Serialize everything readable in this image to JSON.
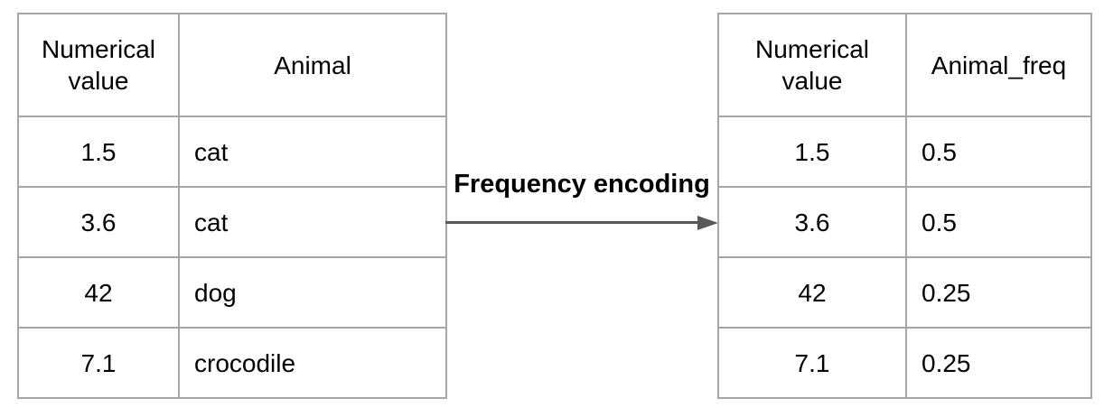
{
  "middle": {
    "label": "Frequency encoding"
  },
  "left_table": {
    "columns": [
      "Numerical value",
      "Animal"
    ],
    "rows": [
      [
        "1.5",
        "cat"
      ],
      [
        "3.6",
        "cat"
      ],
      [
        "42",
        "dog"
      ],
      [
        "7.1",
        "crocodile"
      ]
    ]
  },
  "right_table": {
    "columns": [
      "Numerical value",
      "Animal_freq"
    ],
    "rows": [
      [
        "1.5",
        "0.5"
      ],
      [
        "3.6",
        "0.5"
      ],
      [
        "42",
        "0.25"
      ],
      [
        "7.1",
        "0.25"
      ]
    ]
  },
  "colors": {
    "background": "#ffffff",
    "table_border": "#a6a6a6",
    "arrow": "#595959",
    "text": "#000000"
  }
}
